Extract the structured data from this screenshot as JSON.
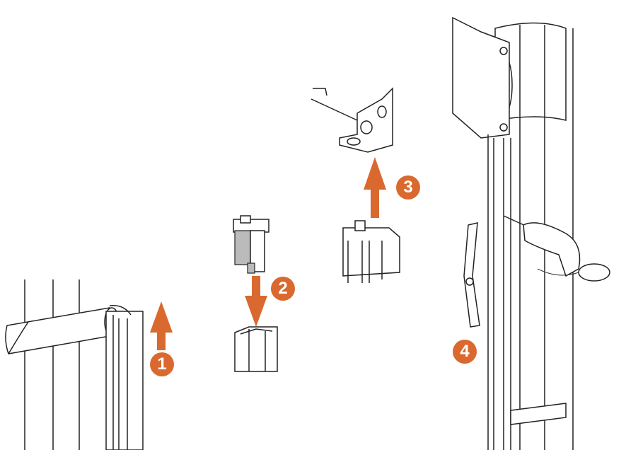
{
  "colors": {
    "accent": "#d9692f",
    "line": "#222222"
  },
  "steps": [
    {
      "number": "1",
      "direction": "up"
    },
    {
      "number": "2",
      "direction": "down"
    },
    {
      "number": "3",
      "direction": "up"
    },
    {
      "number": "4",
      "direction": "none"
    }
  ]
}
